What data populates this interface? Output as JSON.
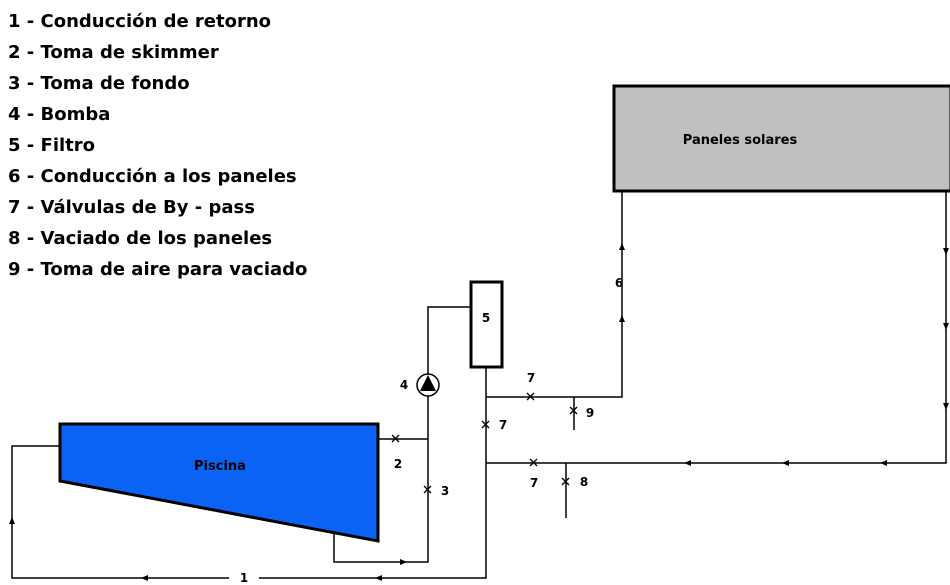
{
  "legend": [
    "1 - Conducción de retorno",
    "2 - Toma de skimmer",
    "3 - Toma de fondo",
    "4 - Bomba",
    "5 - Filtro",
    "6 - Conducción a los paneles",
    "7 - Válvulas de By - pass",
    "8 - Vaciado de los paneles",
    "9 - Toma de aire para vaciado"
  ],
  "pool": {
    "label": "Piscina",
    "color": "#0a63f5"
  },
  "panels": {
    "label": "Paneles solares",
    "color": "#c0c0c0"
  },
  "labels": {
    "n1": "1",
    "n2": "2",
    "n3": "3",
    "n4": "4",
    "n5": "5",
    "n6": "6",
    "n7a": "7",
    "n7b": "7",
    "n7c": "7",
    "n8": "8",
    "n9": "9"
  }
}
